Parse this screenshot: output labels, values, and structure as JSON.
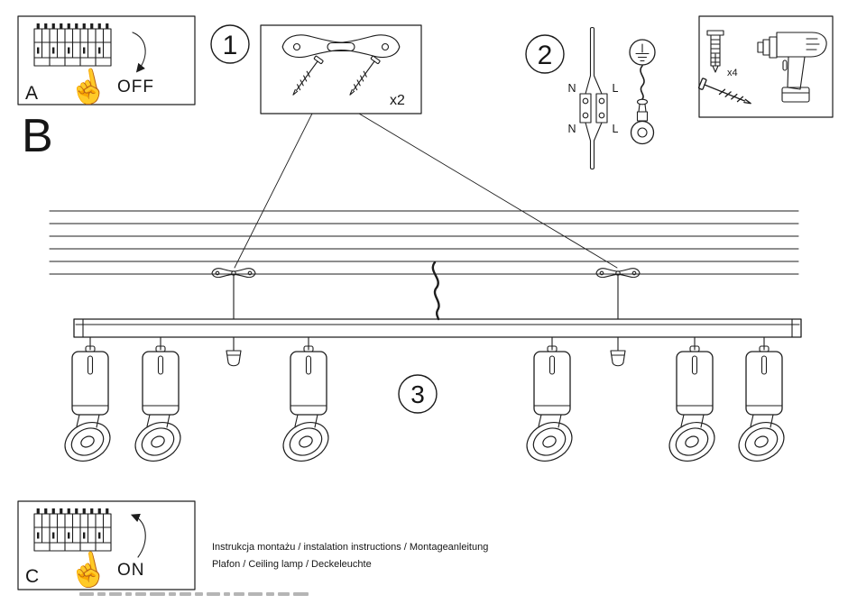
{
  "ink": "#1d1d1d",
  "paper": "#ffffff",
  "panel_a": {
    "label": "A",
    "state": "OFF",
    "hand_icon": "☝"
  },
  "section_b": {
    "label": "B"
  },
  "step1": {
    "number": "1",
    "qty": "x2"
  },
  "step2": {
    "number": "2",
    "top_n": "N",
    "top_l": "L",
    "bottom_n": "N",
    "bottom_l": "L"
  },
  "tools": {
    "anchor_qty": "x4"
  },
  "step3": {
    "number": "3"
  },
  "panel_c": {
    "label": "C",
    "state": "ON",
    "hand_icon": "☝"
  },
  "footer": {
    "line1": "Instrukcja montażu / instalation instructions / Montageanleitung",
    "line2": "Plafon / Ceiling lamp / Deckeleuchte"
  }
}
